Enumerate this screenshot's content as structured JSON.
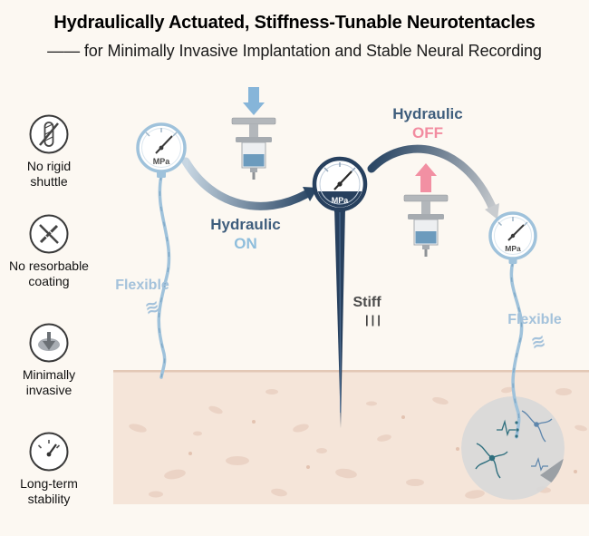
{
  "title": "Hydraulically Actuated, Stiffness-Tunable Neurotentacles",
  "subtitle": "—— for Minimally Invasive Implantation and Stable Neural Recording",
  "sidebar": {
    "items": [
      {
        "line1": "No rigid",
        "line2": "shuttle",
        "icon": "no-rigid-shuttle-icon"
      },
      {
        "line1": "No resorbable",
        "line2": "coating",
        "icon": "no-resorbable-coating-icon"
      },
      {
        "line1": "Minimally",
        "line2": "invasive",
        "icon": "minimally-invasive-icon"
      },
      {
        "line1": "Long-term",
        "line2": "stability",
        "icon": "long-term-stability-icon"
      }
    ]
  },
  "diagram": {
    "gauge_unit": "MPa",
    "flexible_left": "Flexible",
    "stiff": "Stiff",
    "flexible_right": "Flexible",
    "hydraulic_on_label": "Hydraulic",
    "hydraulic_on_state": "ON",
    "hydraulic_off_label": "Hydraulic",
    "hydraulic_off_state": "OFF",
    "flex_marks": "≋",
    "stiff_marks": "|||",
    "on_arrow_icon": "down-arrow",
    "off_arrow_icon": "up-arrow",
    "syringe_icon": "syringe"
  },
  "colors": {
    "background": "#FCF8F2",
    "flexible_blue": "#A4C2DB",
    "on_blue": "#8FBEDC",
    "off_pink": "#F28CA0",
    "hydraulic_text": "#3F5E7D",
    "stiff_navy": "#27405E",
    "tissue_pink": "#F5E5D9"
  }
}
